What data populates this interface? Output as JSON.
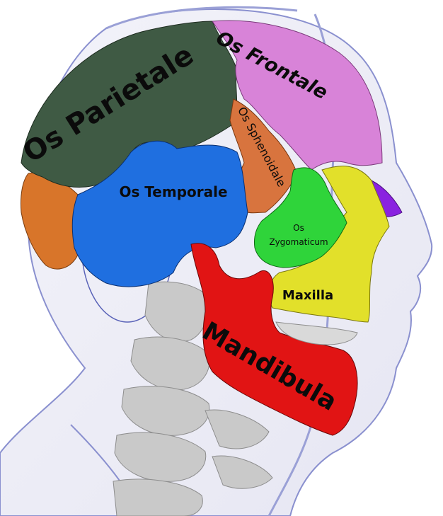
{
  "diagram": {
    "labels": {
      "parietale": "Os Parietale",
      "frontale": "Os Frontale",
      "sphenoidale": "Os Sphenoidale",
      "temporale": "Os Temporale",
      "zygomaticum_line1": "Os",
      "zygomaticum_line2": "Zygomaticum",
      "maxilla": "Maxilla",
      "mandibula": "Mandibula"
    },
    "bones": [
      {
        "id": "parietale",
        "color": "#3f5a44"
      },
      {
        "id": "frontale",
        "color": "#d883d8"
      },
      {
        "id": "sphenoidale",
        "color": "#d8743e"
      },
      {
        "id": "temporale",
        "color": "#1f6fe0"
      },
      {
        "id": "zygomaticum",
        "color": "#2fd43a"
      },
      {
        "id": "maxilla",
        "color": "#e2e02a"
      },
      {
        "id": "mandibula",
        "color": "#e11414"
      },
      {
        "id": "nasal",
        "color": "#8a22e0"
      },
      {
        "id": "occipital",
        "color": "#d8752a"
      }
    ],
    "outline_color": "#7f86c9",
    "spine_color": "#c9c9c9"
  }
}
